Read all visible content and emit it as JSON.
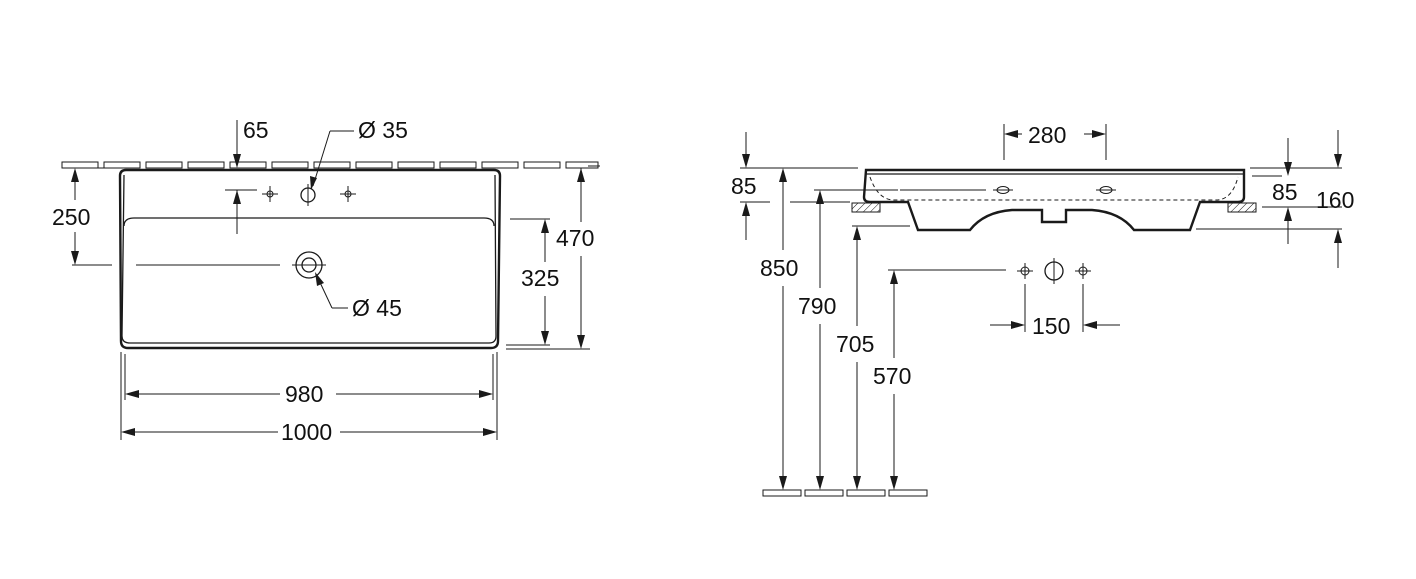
{
  "top_view": {
    "labels": {
      "tap_offset": "65",
      "tap_hole_diameter": "Ø 35",
      "waste_diameter": "Ø 45",
      "waste_height": "250",
      "outer_depth": "470",
      "inner_depth": "325",
      "inner_width": "980",
      "outer_width": "1000"
    }
  },
  "side_view": {
    "labels": {
      "tap_spacing": "280",
      "rim_85_left": "85",
      "rim_85_right": "85",
      "total_height": "160",
      "height_850": "850",
      "height_790": "790",
      "height_705": "705",
      "height_570": "570",
      "valve_spacing": "150"
    }
  }
}
